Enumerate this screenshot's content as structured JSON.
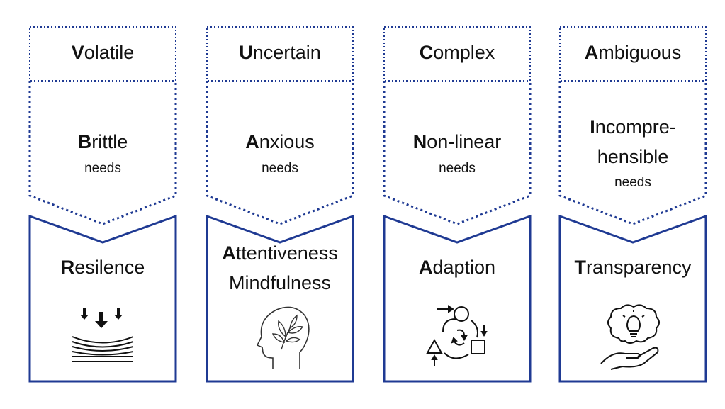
{
  "colors": {
    "border": "#1f3a93",
    "text": "#111111"
  },
  "needs_label": "needs",
  "columns": [
    {
      "top": {
        "initial": "V",
        "rest": "olatile"
      },
      "middle": {
        "initial": "B",
        "rest": "rittle"
      },
      "bottom": [
        {
          "initial": "R",
          "rest": "esilence"
        }
      ],
      "icon": "pressure-layers-icon"
    },
    {
      "top": {
        "initial": "U",
        "rest": "ncertain"
      },
      "middle": {
        "initial": "A",
        "rest": "nxious"
      },
      "bottom": [
        {
          "initial": "A",
          "rest": "ttentiveness"
        },
        {
          "initial": "",
          "rest": "Mindfulness"
        }
      ],
      "icon": "mindful-head-icon"
    },
    {
      "top": {
        "initial": "C",
        "rest": "omplex"
      },
      "middle": {
        "initial": "N",
        "rest": "on-linear"
      },
      "bottom": [
        {
          "initial": "A",
          "rest": "daption"
        }
      ],
      "icon": "adaptation-cycle-icon"
    },
    {
      "top": {
        "initial": "A",
        "rest": "mbiguous"
      },
      "middle_lines": [
        {
          "initial": "I",
          "rest": "ncompre-"
        },
        {
          "initial": "",
          "rest": "hensible"
        }
      ],
      "bottom": [
        {
          "initial": "T",
          "rest": "ransparency"
        }
      ],
      "icon": "idea-brain-hand-icon"
    }
  ]
}
